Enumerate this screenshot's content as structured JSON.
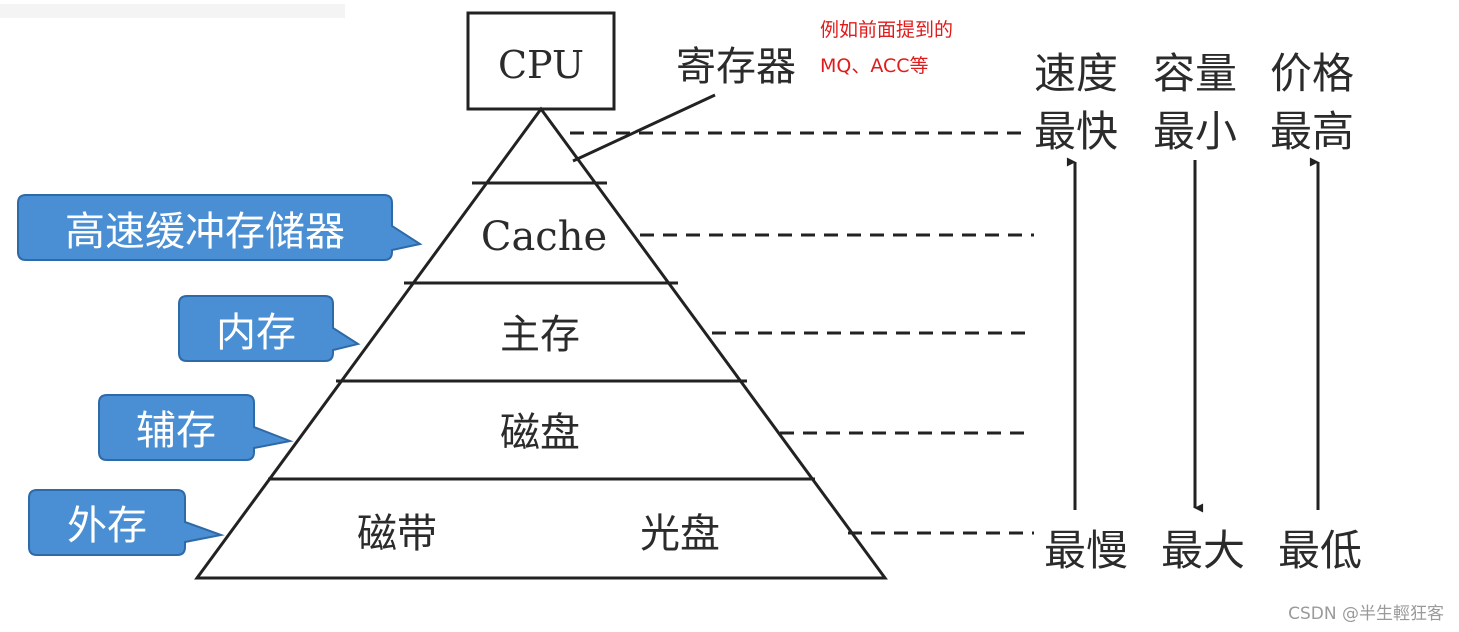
{
  "pyramid": {
    "top_box": "CPU",
    "register_label": "寄存器",
    "levels": [
      {
        "label": "Cache"
      },
      {
        "label": "主存"
      },
      {
        "label": "磁盘"
      },
      {
        "labels": [
          "磁带",
          "光盘"
        ]
      }
    ]
  },
  "annotation": {
    "line1": "例如前面提到的",
    "line2": "MQ、ACC等",
    "color": "#e01b1b"
  },
  "callouts": [
    {
      "text": "高速缓冲存储器"
    },
    {
      "text": "内存"
    },
    {
      "text": "辅存"
    },
    {
      "text": "外存"
    }
  ],
  "callout_style": {
    "fill": "#4a8fd4",
    "stroke": "#2e6aa8"
  },
  "metrics": [
    {
      "header": "速度",
      "top": "最快",
      "bottom": "最慢",
      "arrow": "up"
    },
    {
      "header": "容量",
      "top": "最小",
      "bottom": "最大",
      "arrow": "down"
    },
    {
      "header": "价格",
      "top": "最高",
      "bottom": "最低",
      "arrow": "up"
    }
  ],
  "watermark": "CSDN @半生輕狂客"
}
